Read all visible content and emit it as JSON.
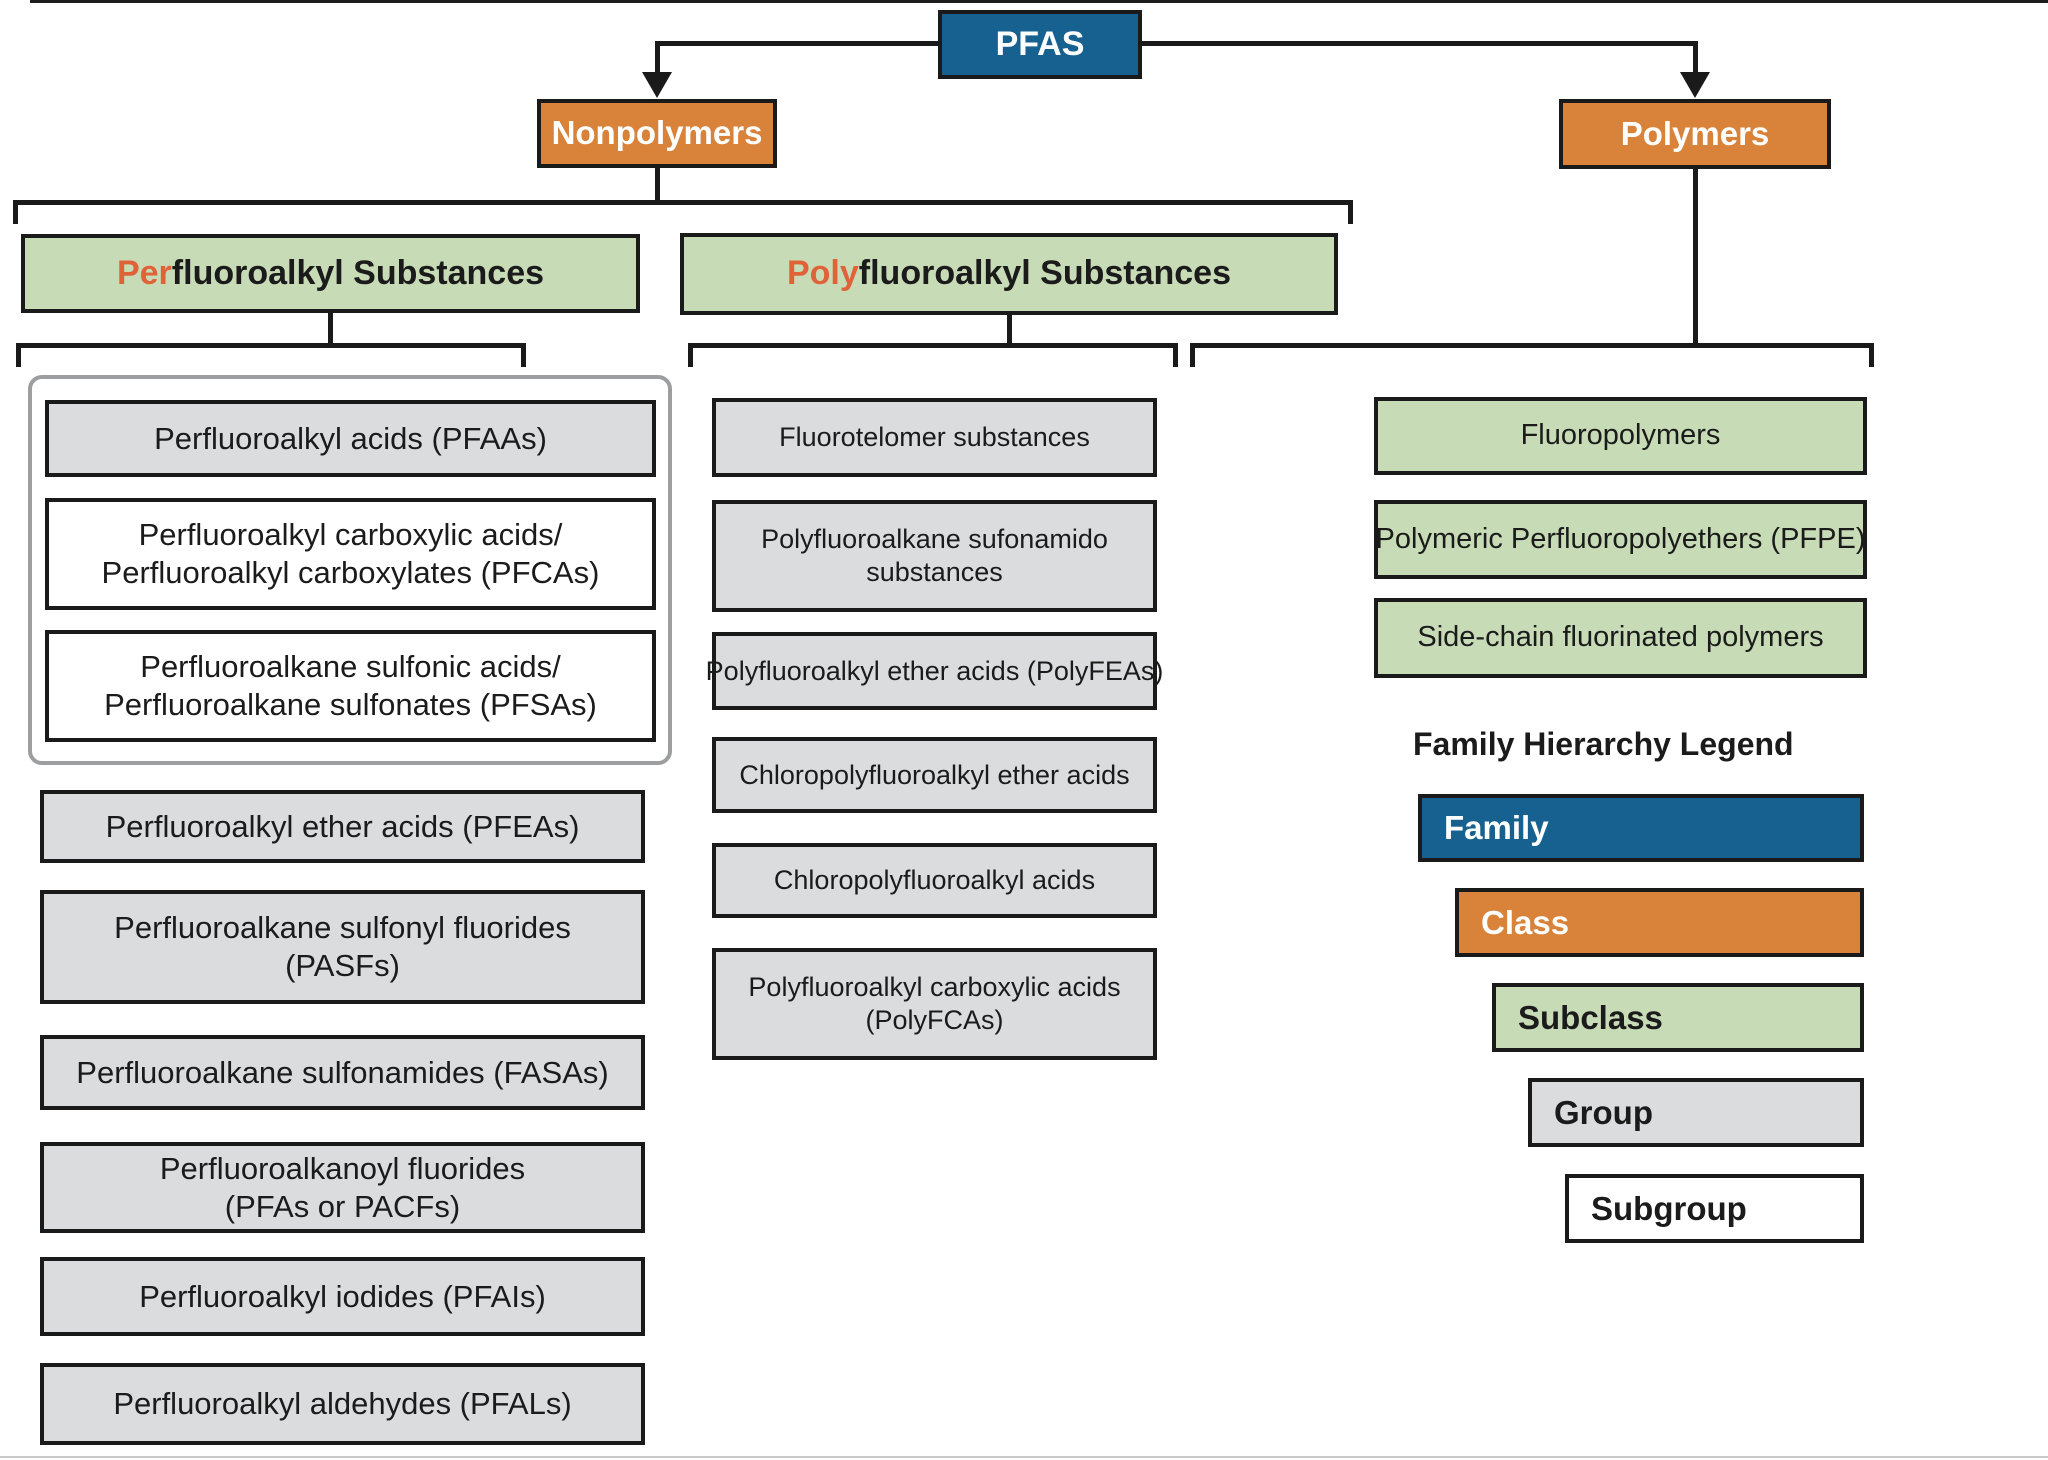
{
  "palette": {
    "family_blue": "#16618f",
    "class_orange": "#d8823a",
    "subclass_green": "#c7dbb6",
    "group_grey": "#dbdcdd",
    "subgroup_white": "#ffffff",
    "prefix_orange_text": "#e06238",
    "line_black": "#1a1a1a",
    "container_border_grey": "#9c9ea0"
  },
  "family": {
    "label": "PFAS"
  },
  "classes": {
    "nonpolymers": "Nonpolymers",
    "polymers": "Polymers"
  },
  "subclasses": {
    "per": {
      "prefix": "Per",
      "rest": "fluoroalkyl Substances"
    },
    "poly": {
      "prefix": "Poly",
      "rest": "fluoroalkyl Substances"
    }
  },
  "per_children": {
    "pfaa_container": {
      "group": [
        "Perfluoroalkyl acids (PFAAs)"
      ],
      "subgroups": [
        [
          "Perfluoroalkyl carboxylic acids/",
          "Perfluoroalkyl carboxylates (PFCAs)"
        ],
        [
          "Perfluoroalkane sulfonic acids/",
          "Perfluoroalkane sulfonates (PFSAs)"
        ]
      ]
    },
    "groups": [
      [
        "Perfluoroalkyl ether acids (PFEAs)"
      ],
      [
        "Perfluoroalkane sulfonyl fluorides",
        "(PASFs)"
      ],
      [
        "Perfluoroalkane sulfonamides (FASAs)"
      ],
      [
        "Perfluoroalkanoyl fluorides",
        "(PFAs or PACFs)"
      ],
      [
        "Perfluoroalkyl iodides (PFAIs)"
      ],
      [
        "Perfluoroalkyl aldehydes (PFALs)"
      ]
    ]
  },
  "poly_children": {
    "groups": [
      [
        "Fluorotelomer substances"
      ],
      [
        "Polyfluoroalkane sufonamido",
        "substances"
      ],
      [
        "Polyfluoroalkyl ether acids (PolyFEAs)"
      ],
      [
        "Chloropolyfluoroalkyl ether acids"
      ],
      [
        "Chloropolyfluoroalkyl acids"
      ],
      [
        "Polyfluoroalkyl carboxylic acids",
        "(PolyFCAs)"
      ]
    ]
  },
  "polymer_children": {
    "subclasses": [
      [
        "Fluoropolymers"
      ],
      [
        "Polymeric Perfluoropolyethers (PFPE)"
      ],
      [
        "Side-chain fluorinated polymers"
      ]
    ]
  },
  "legend": {
    "title": "Family Hierarchy Legend",
    "items": [
      {
        "label": "Family"
      },
      {
        "label": "Class"
      },
      {
        "label": "Subclass"
      },
      {
        "label": "Group"
      },
      {
        "label": "Subgroup"
      }
    ]
  }
}
